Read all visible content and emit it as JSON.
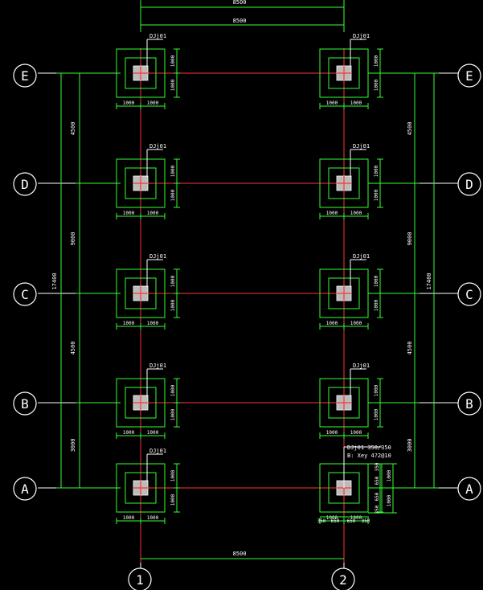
{
  "colors": {
    "background": "#000000",
    "axis_line": "#ff3333",
    "dimension": "#33ff33",
    "footing": "#33ff33",
    "bubble": "#ffffff",
    "text": "#ffffff",
    "column_fill": "#bbbbbb"
  },
  "top_dims": [
    "8500",
    "8500"
  ],
  "bottom_dim": "8500",
  "left_dims": {
    "seg_e_d": "4500",
    "seg_d_b": "9000",
    "seg_b_a": "3000",
    "total": "17400",
    "seg_c_b": "4500"
  },
  "right_dims": {
    "seg_e_d": "4500",
    "seg_d_b": "9000",
    "seg_b_a": "3000",
    "total": "17400",
    "seg_c_b": "4500"
  },
  "row_labels": [
    "E",
    "D",
    "C",
    "B",
    "A"
  ],
  "col_labels": [
    "1",
    "2"
  ],
  "footing_tag": "DJj01",
  "footing_dim": "1000",
  "special_note": [
    "DJj01 350/350",
    "B: Xey 4?2@10"
  ],
  "special_small_dims": [
    "350",
    "650",
    "650",
    "350"
  ],
  "special_side_dims": [
    "350",
    "650",
    "650",
    "350"
  ],
  "special_side_outer": [
    "1000",
    "1000"
  ]
}
